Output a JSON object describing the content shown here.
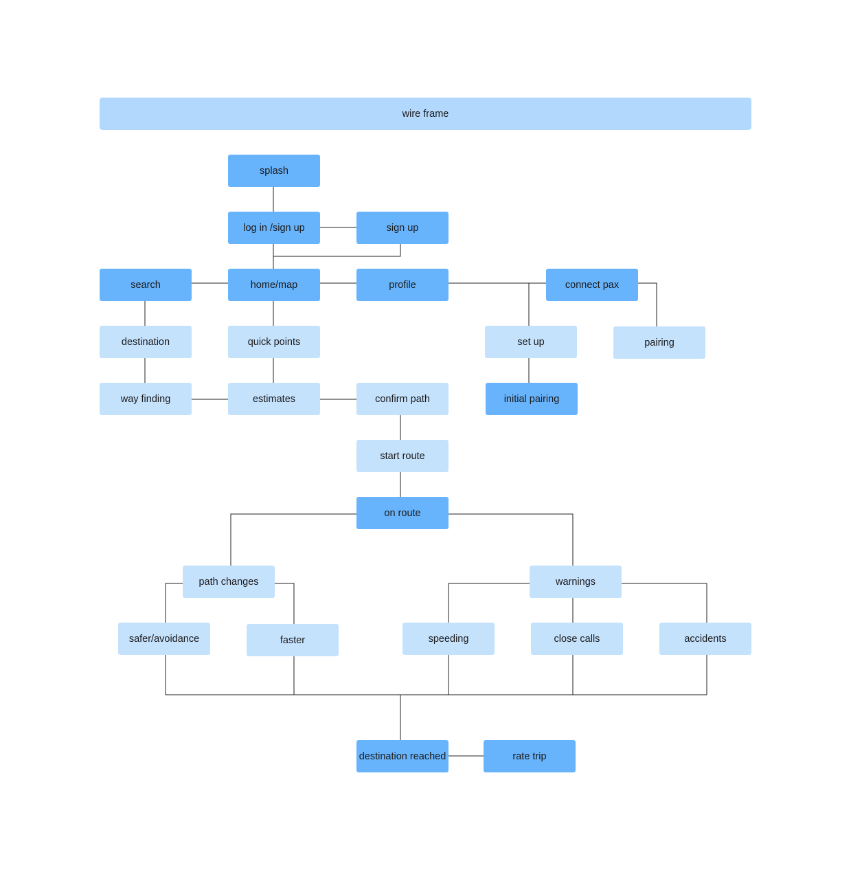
{
  "title": "wire frame",
  "colors": {
    "primary": "#68b4fc",
    "secondary": "#c5e2fd",
    "header": "#b2d9fd",
    "line": "#222222"
  },
  "nodes": {
    "splash": "splash",
    "login": "log in /sign up",
    "signup": "sign up",
    "search": "search",
    "home": "home/map",
    "profile": "profile",
    "connect_pax": "connect pax",
    "destination": "destination",
    "quick_points": "quick points",
    "set_up": "set up",
    "pairing": "pairing",
    "way_finding": "way finding",
    "estimates": "estimates",
    "confirm_path": "confirm path",
    "initial_pairing": "initial pairing",
    "start_route": "start route",
    "on_route": "on route",
    "path_changes": "path changes",
    "warnings": "warnings",
    "safer": "safer/avoidance",
    "faster": "faster",
    "speeding": "speeding",
    "close_calls": "close calls",
    "accidents": "accidents",
    "destination_reached": "destination reached",
    "rate_trip": "rate trip"
  }
}
